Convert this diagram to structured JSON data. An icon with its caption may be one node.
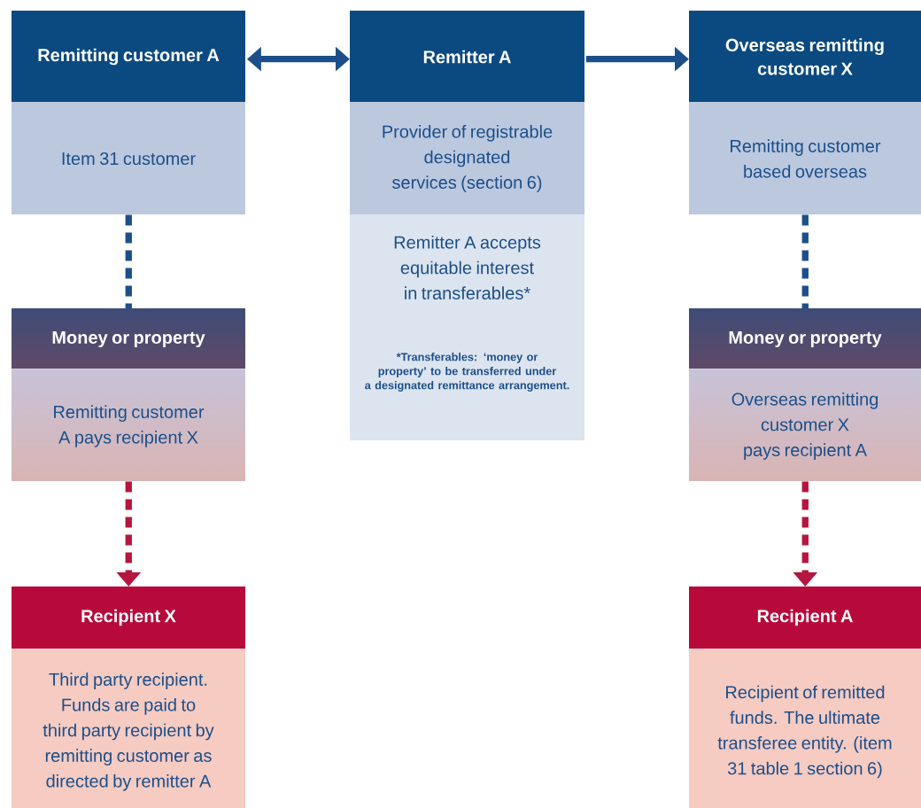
{
  "diagram": {
    "nodes": [
      {
        "text": [
          "Remitting customer A",
          "Item 31 customer"
        ]
      },
      {
        "text": [
          "Remitter A",
          "Provider of registrable designated services (section 6)",
          "Remitter A accepts equitable interest in transferables*",
          "*Transferables: ‘money or property’ to be transferred under a designated remittance arrangement."
        ]
      },
      {
        "text": [
          "Overseas remitting customer X",
          "Remitting customer based overseas"
        ]
      },
      {
        "text": [
          "Money or property",
          "Remitting customer A pays recipient X"
        ]
      },
      {
        "text": [
          "Money or property",
          "Overseas remitting customer X pays recipient A"
        ]
      },
      {
        "text": [
          "Recipient X",
          "Third party recipient. Funds are paid to third party recipient by remitting customer as directed by remitter A"
        ]
      },
      {
        "text": [
          "Recipient A",
          "Recipient of remitted funds. The ultimate transferee entity. (item 31 table 1 section 6)"
        ]
      }
    ],
    "edges": [
      {
        "from": 0,
        "to": 1,
        "arrow": "both"
      },
      {
        "from": 1,
        "to": 2,
        "arrow": "to"
      },
      {
        "from": 0,
        "to": 3,
        "arrow": "none",
        "style": "dashed"
      },
      {
        "from": 2,
        "to": 4,
        "arrow": "none",
        "style": "dashed"
      },
      {
        "from": 3,
        "to": 5,
        "arrow": "to",
        "style": "dashed",
        "color": "#b5163f"
      },
      {
        "from": 4,
        "to": 6,
        "arrow": "to",
        "style": "dashed",
        "color": "#b5163f"
      }
    ]
  }
}
